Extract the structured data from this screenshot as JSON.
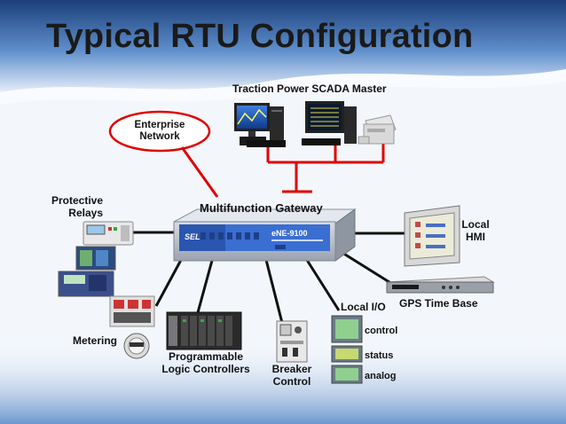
{
  "title": "Typical RTU Configuration",
  "labels": {
    "scada_master": "Traction Power SCADA Master",
    "enterprise_line1": "Enterprise",
    "enterprise_line2": "Network",
    "gateway": "Multifunction Gateway",
    "protective_line1": "Protective",
    "protective_line2": "Relays",
    "local_hmi_line1": "Local",
    "local_hmi_line2": "HMI",
    "gps_time_base": "GPS Time Base",
    "local_io": "Local I/O",
    "io_control": "control",
    "io_status": "status",
    "io_analog": "analog",
    "metering": "Metering",
    "plc_line1": "Programmable",
    "plc_line2": "Logic Controllers",
    "breaker_line1": "Breaker",
    "breaker_line2": "Control"
  },
  "gateway_device_text": "eNE-9100",
  "colors": {
    "background_blue": "#1e4a8a",
    "background_light": "#eaf1fb",
    "network_line": "#e00000",
    "enterprise_oval": "#e00000",
    "connector_line": "#111111",
    "gateway_body": "#b8c0ca",
    "gateway_panel": "#2a56b0"
  },
  "icons": [
    "scada-workstation-icon",
    "scada-server-icon",
    "printer-icon",
    "gateway-device-icon",
    "protective-relay-icon",
    "hmi-panel-icon",
    "gps-receiver-icon",
    "io-module-icon",
    "power-meter-icon",
    "plc-rack-icon",
    "breaker-control-icon"
  ]
}
